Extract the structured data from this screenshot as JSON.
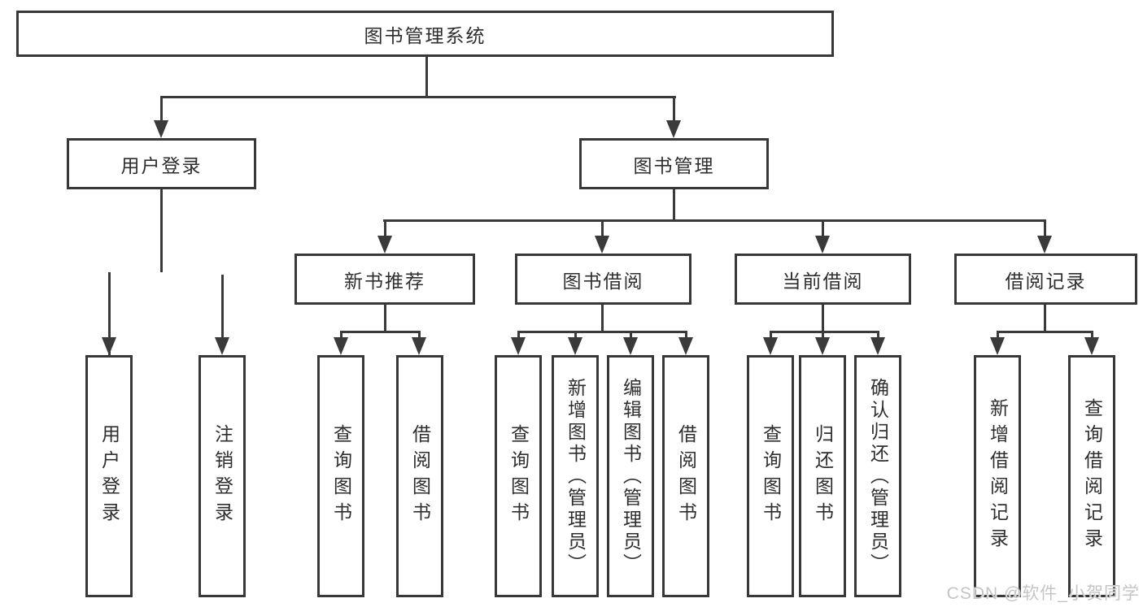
{
  "nodes": {
    "root": "图书管理系统",
    "user_login": "用户登录",
    "book_management": "图书管理",
    "new_book_recommend": "新书推荐",
    "book_borrow": "图书借阅",
    "current_borrow": "当前借阅",
    "borrow_record": "借阅记录",
    "login_leaf": "用户登录",
    "logout_leaf": "注销登录",
    "nbr_query_books": "查询图书",
    "nbr_borrow_books": "借阅图书",
    "bb_query_books": "查询图书",
    "bb_add_books": "新增图书（管理员）",
    "bb_edit_books": "编辑图书（管理员）",
    "bb_borrow_books": "借阅图书",
    "cb_query_books": "查询图书",
    "cb_return_books": "归还图书",
    "cb_confirm_return": "确认归还（管理员）",
    "br_add_record": "新增借阅记录",
    "br_query_record": "查询借阅记录"
  },
  "hierarchy": {
    "root": [
      "user_login",
      "book_management"
    ],
    "user_login": [
      "login_leaf",
      "logout_leaf"
    ],
    "book_management": [
      "new_book_recommend",
      "book_borrow",
      "current_borrow",
      "borrow_record"
    ],
    "new_book_recommend": [
      "nbr_query_books",
      "nbr_borrow_books"
    ],
    "book_borrow": [
      "bb_query_books",
      "bb_add_books",
      "bb_edit_books",
      "bb_borrow_books"
    ],
    "current_borrow": [
      "cb_query_books",
      "cb_return_books",
      "cb_confirm_return"
    ],
    "borrow_record": [
      "br_add_record",
      "br_query_record"
    ]
  },
  "watermark": "CSDN @软件_小贺同学",
  "colors": {
    "line": "#3a3a3a",
    "box_border": "#383838",
    "text": "#2e2e2e",
    "background": "#ffffff",
    "watermark": "#c5c5c5"
  }
}
